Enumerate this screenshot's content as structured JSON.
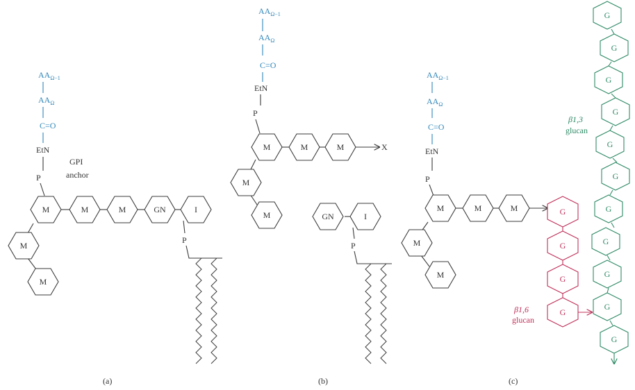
{
  "labels": {
    "mannose": "M",
    "glucosamine": "GN",
    "inositol": "I",
    "glucose": "G",
    "phosphate": "P",
    "ethanolamine": "EtN",
    "carbonyl": "C=O",
    "aa_main": "AA",
    "sub_omega": "Ω",
    "sub_omega_minus_1": "Ω−1",
    "x_link": "X"
  },
  "panel_a": {
    "caption": "(a)",
    "anchor_line1": "GPI",
    "anchor_line2": "anchor"
  },
  "panel_b": {
    "caption": "(b)"
  },
  "panel_c": {
    "caption": "(c)",
    "b13_line1": "β1,3",
    "b13_line2": "glucan",
    "b16_line1": "β1,6",
    "b16_line2": "glucan"
  },
  "colors": {
    "peptide": "#2f86b8",
    "beta16_glucan": "#c0305a",
    "beta13_glucan": "#2e8a66",
    "structure": "#3a3a3a"
  }
}
